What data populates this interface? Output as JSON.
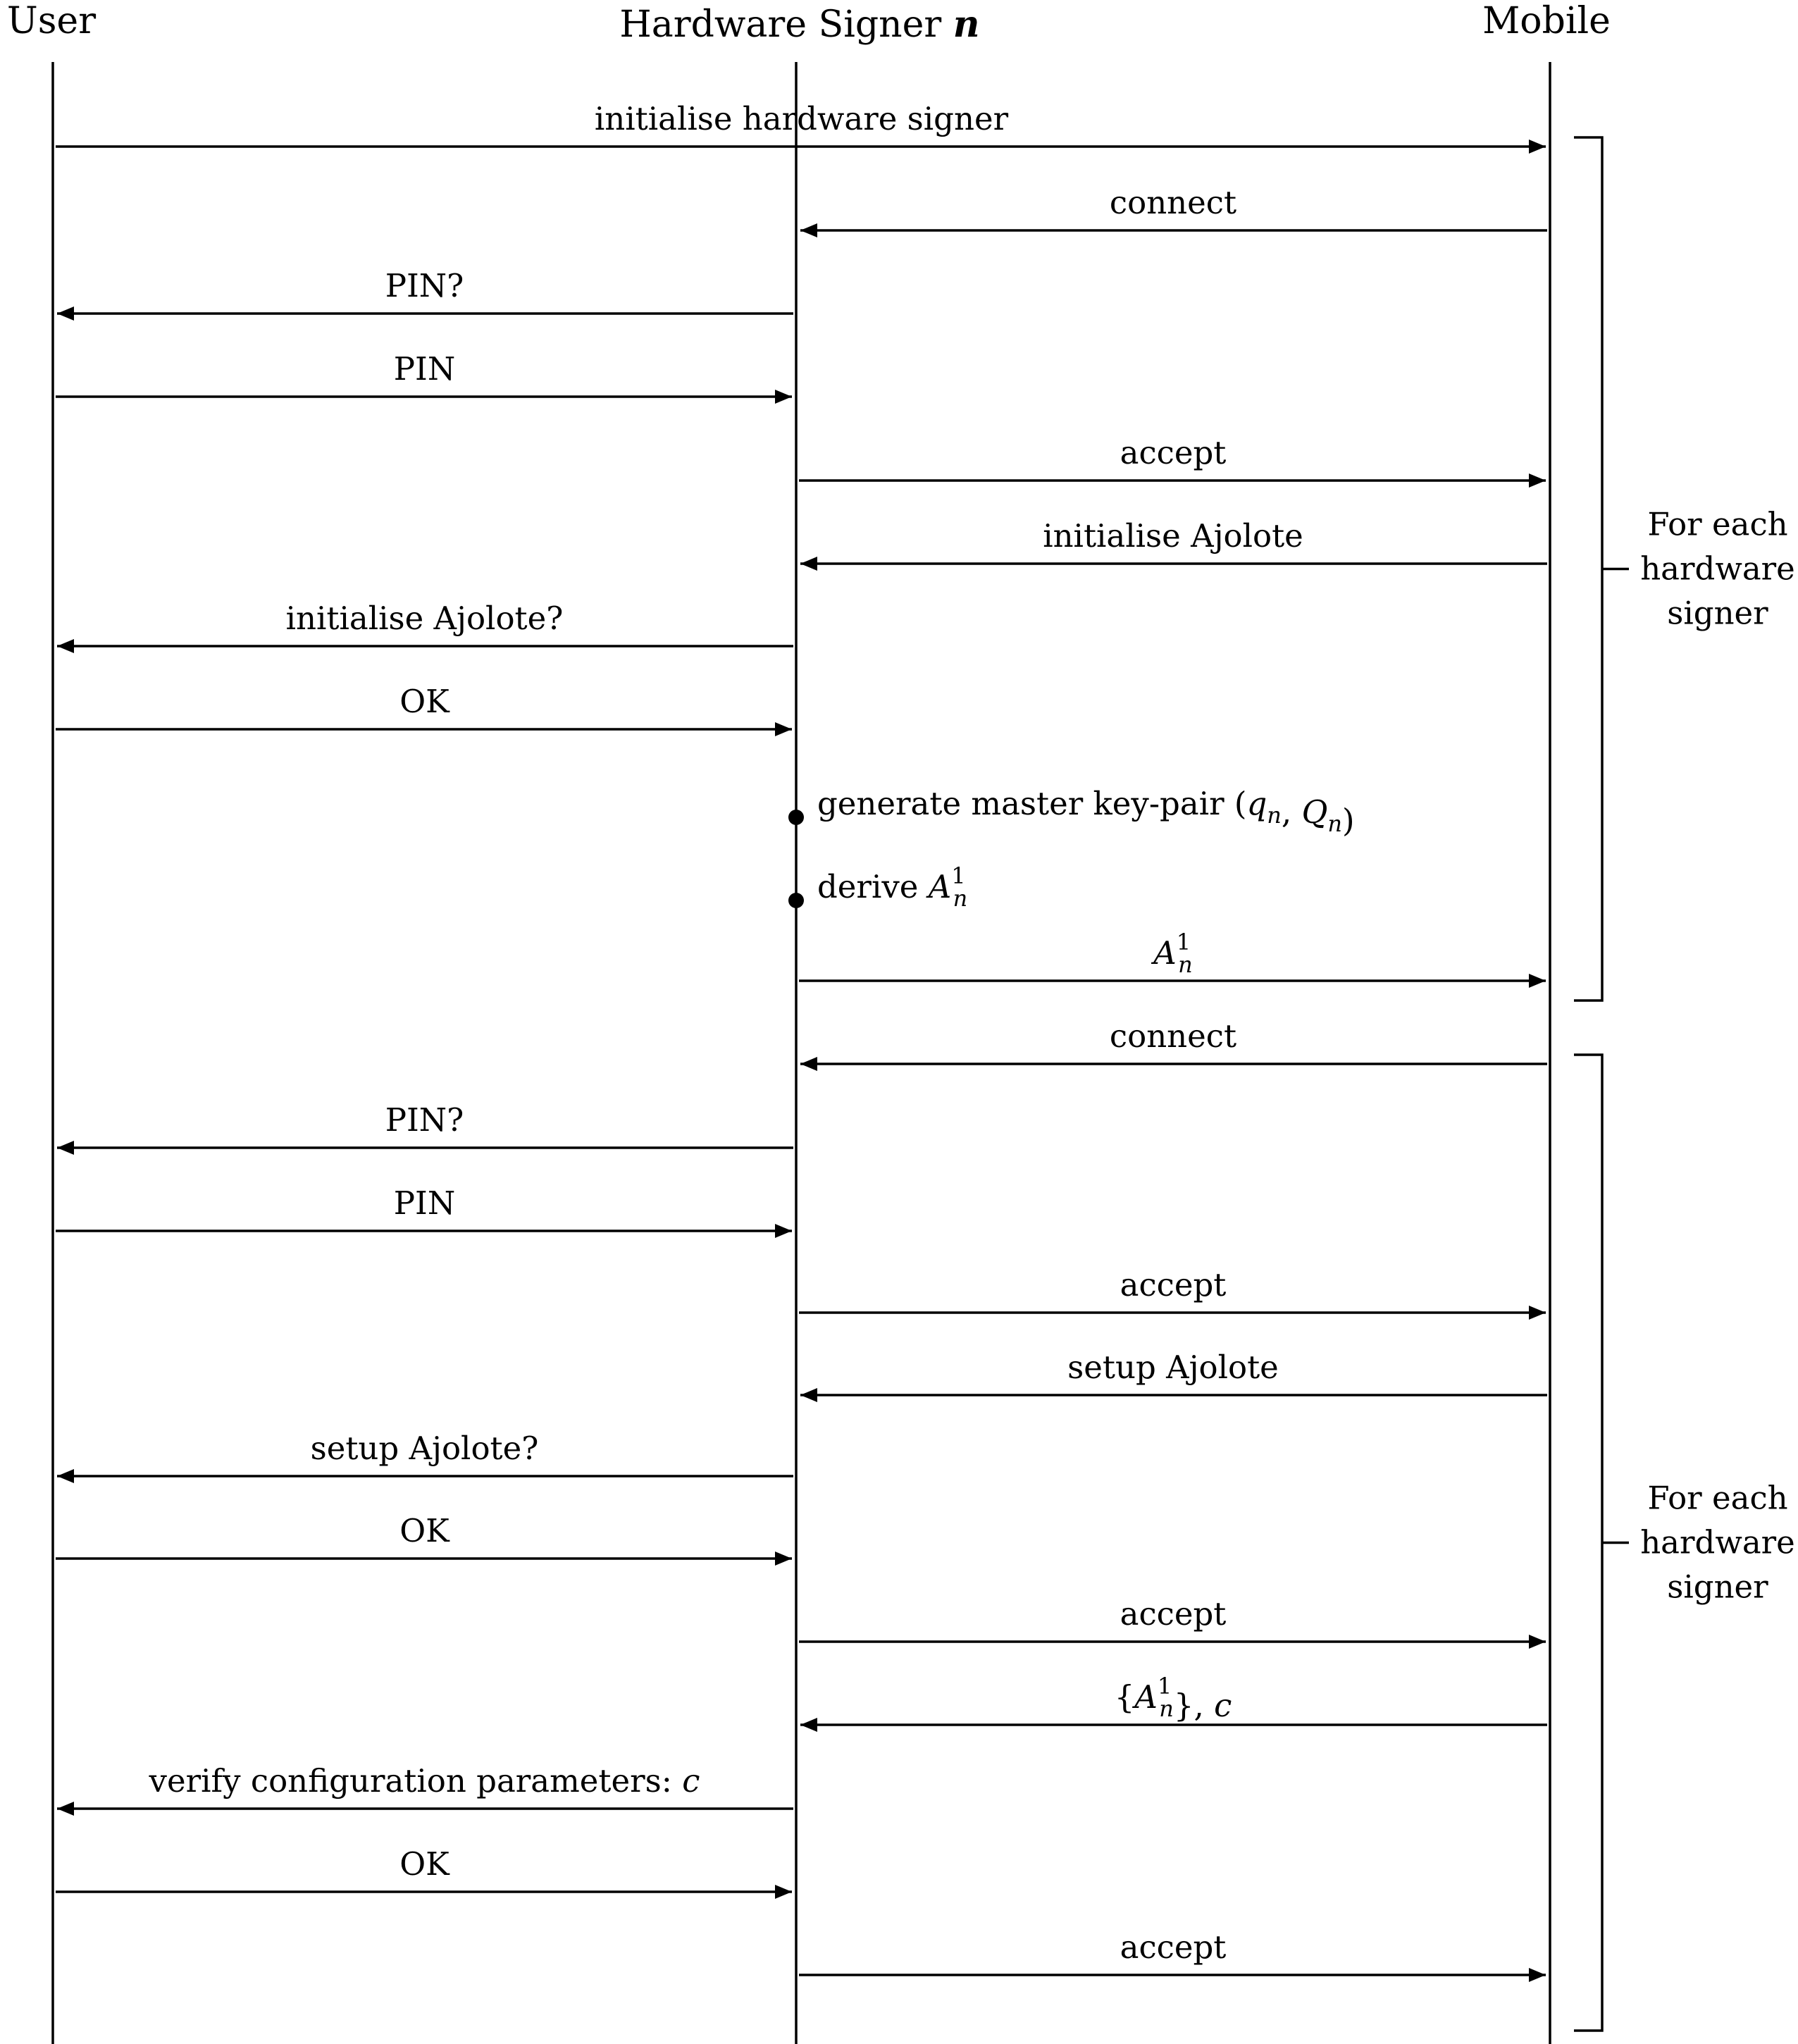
{
  "participants": {
    "user": "User",
    "signer": "Hardware Signer",
    "signer_var": "n",
    "mobile": "Mobile"
  },
  "messages": [
    {
      "from": "user",
      "to": "mobile",
      "label": "initialise hardware signer"
    },
    {
      "from": "mobile",
      "to": "signer",
      "label": "connect"
    },
    {
      "from": "signer",
      "to": "user",
      "label": "PIN?"
    },
    {
      "from": "user",
      "to": "signer",
      "label": "PIN"
    },
    {
      "from": "signer",
      "to": "mobile",
      "label": "accept"
    },
    {
      "from": "mobile",
      "to": "signer",
      "label": "initialise Ajolote"
    },
    {
      "from": "signer",
      "to": "user",
      "label": "initialise Ajolote?"
    },
    {
      "from": "user",
      "to": "signer",
      "label": "OK"
    },
    {
      "from": "signer",
      "to": "mobile",
      "label": "A",
      "label_sub": "n",
      "label_sup": "1"
    },
    {
      "from": "mobile",
      "to": "signer",
      "label": "connect"
    },
    {
      "from": "signer",
      "to": "user",
      "label": "PIN?"
    },
    {
      "from": "user",
      "to": "signer",
      "label": "PIN"
    },
    {
      "from": "signer",
      "to": "mobile",
      "label": "accept"
    },
    {
      "from": "mobile",
      "to": "signer",
      "label": "setup Ajolote"
    },
    {
      "from": "signer",
      "to": "user",
      "label": "setup Ajolote?"
    },
    {
      "from": "user",
      "to": "signer",
      "label": "OK"
    },
    {
      "from": "signer",
      "to": "mobile",
      "label": "accept"
    },
    {
      "from": "mobile",
      "to": "signer",
      "label_open": "{",
      "label": "A",
      "label_sub": "n",
      "label_sup": "1",
      "label_close": "}, ",
      "label_var": "c"
    },
    {
      "from": "signer",
      "to": "user",
      "label": "verify configuration parameters: ",
      "label_var": "c"
    },
    {
      "from": "user",
      "to": "signer",
      "label": "OK"
    },
    {
      "from": "signer",
      "to": "mobile",
      "label": "accept"
    }
  ],
  "self_actions": [
    {
      "label": "generate master key-pair (",
      "var_1": "q",
      "var_1_sub": "n",
      "sep": ", ",
      "var_2": "Q",
      "var_2_sub": "n",
      "close": ")"
    },
    {
      "label": "derive ",
      "var_1": "A",
      "var_1_sub": "n",
      "var_1_sup": "1"
    }
  ],
  "groups": [
    {
      "lines": [
        "For each",
        "hardware",
        "signer"
      ]
    },
    {
      "lines": [
        "For each",
        "hardware",
        "signer"
      ]
    }
  ]
}
